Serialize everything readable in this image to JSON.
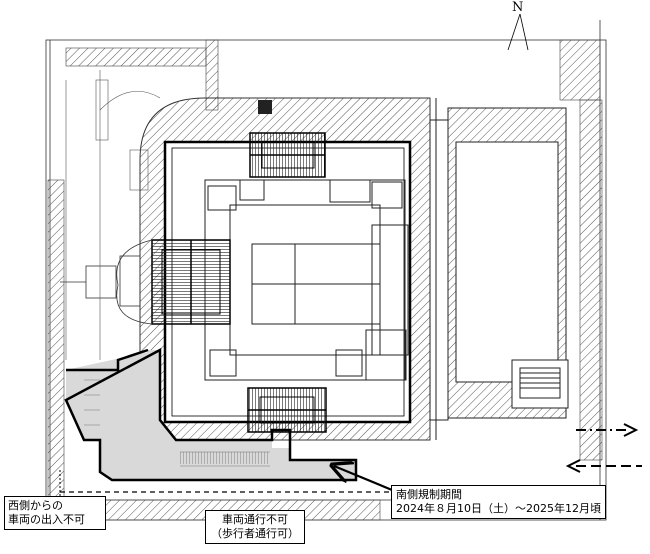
{
  "map": {
    "north_label": "N",
    "labels": {
      "west_line1": "西側からの",
      "west_line2": "車両の出入不可",
      "south_line1": "車両通行不可",
      "south_line2": "（歩行者通行可）",
      "period_title": "南側規制期間",
      "period_dates": "2024年８月10日（土）～2025年12月頃"
    },
    "colors": {
      "restricted_area": "#d9d9d9",
      "hatch": "#000000",
      "line": "#000000",
      "background": "#ffffff"
    },
    "arrows": [
      {
        "direction": "east",
        "style": "dash-dot"
      },
      {
        "direction": "west",
        "style": "dashed"
      }
    ]
  }
}
